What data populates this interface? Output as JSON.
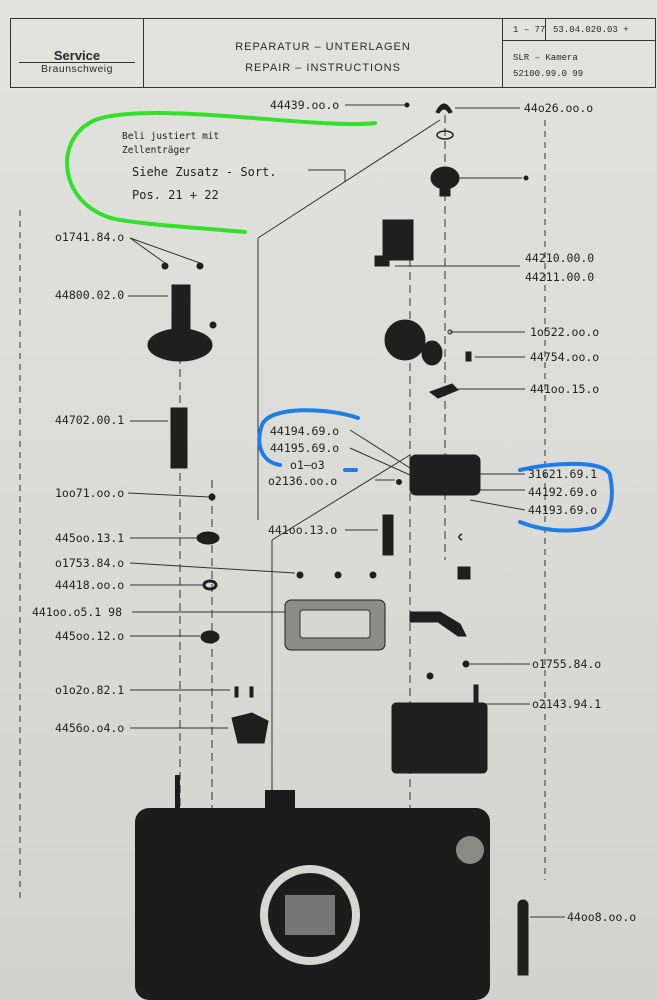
{
  "header": {
    "service": "Service",
    "location": "Braunschweig",
    "title_de": "REPARATUR – UNTERLAGEN",
    "title_en": "REPAIR – INSTRUCTIONS",
    "date": "1 – 77",
    "doc_no": "53.04.020.03 +",
    "product": "SLR – Kamera",
    "product_no": "52100.99.0 99"
  },
  "note": {
    "line1": "Beli justiert mit",
    "line2": "Zellenträger",
    "line3": "Siehe Zusatz - Sort.",
    "line4": "Pos. 21 + 22"
  },
  "parts_left": [
    "o1741.84.o",
    "44800.02.0",
    "44702.00.1",
    "1oo71.oo.o",
    "445oo.13.1",
    "o1753.84.o",
    "44418.oo.o",
    "441oo.o5.1 98",
    "445oo.12.o",
    "o1o2o.82.1",
    "4456o.o4.o"
  ],
  "parts_right": [
    "44o26.oo.o",
    "44210.00.0",
    "44211.00.0",
    "1o522.oo.o",
    "44754.oo.o",
    "441oo.15.o",
    "31621.69.1",
    "44192.69.o",
    "44193.69.o",
    "o1755.84.o",
    "o2143.94.1",
    "44oo8.oo.o"
  ],
  "parts_center": [
    "44439.oo.o",
    "44194.69.o",
    "44195.69.o",
    "o1–o3",
    "o2136.oo.o",
    "441oo.13.o"
  ],
  "colors": {
    "green_mark": "#33e02a",
    "blue_mark": "#1f7de6",
    "ink": "#222222",
    "paper": "#dcdcd8"
  }
}
